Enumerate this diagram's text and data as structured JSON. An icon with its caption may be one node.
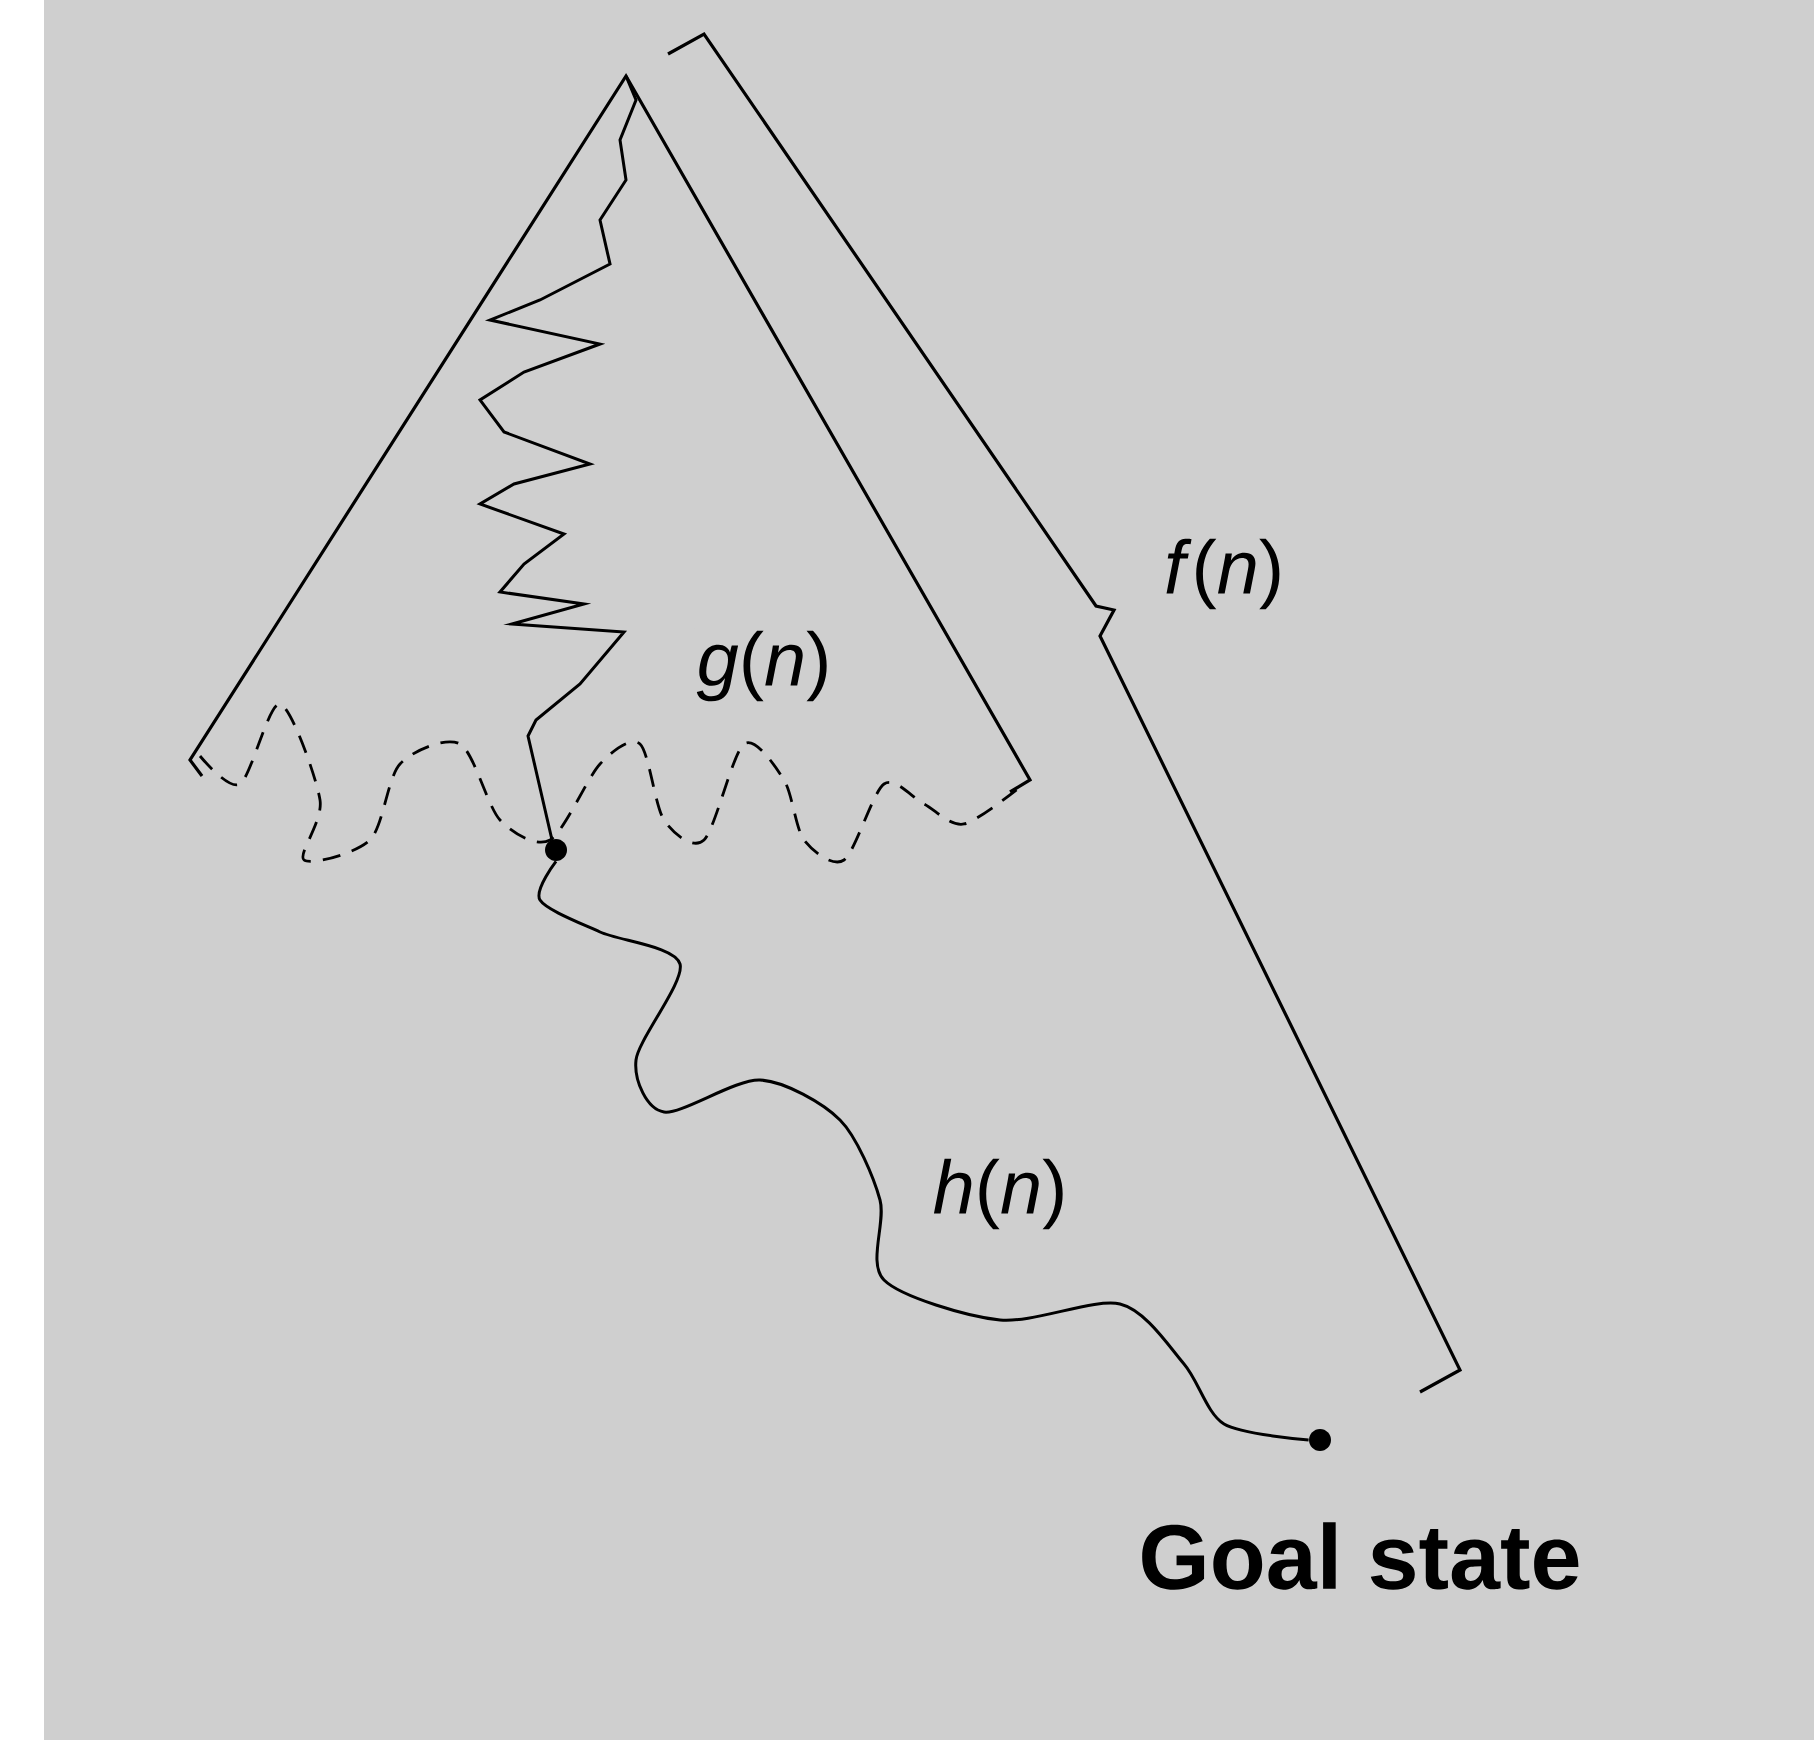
{
  "diagram": {
    "nodes": [
      {
        "text": [],
        "shape": "circle"
      },
      {
        "text": [],
        "shape": "circle",
        "beside": [
          "Goal state"
        ]
      }
    ],
    "edges": [
      {
        "from": 0,
        "to": 1,
        "arrow": "none",
        "label": "*h*(*n*)"
      }
    ],
    "labels": [
      "*g*(*n*)",
      "*f*(*n*)"
    ]
  }
}
